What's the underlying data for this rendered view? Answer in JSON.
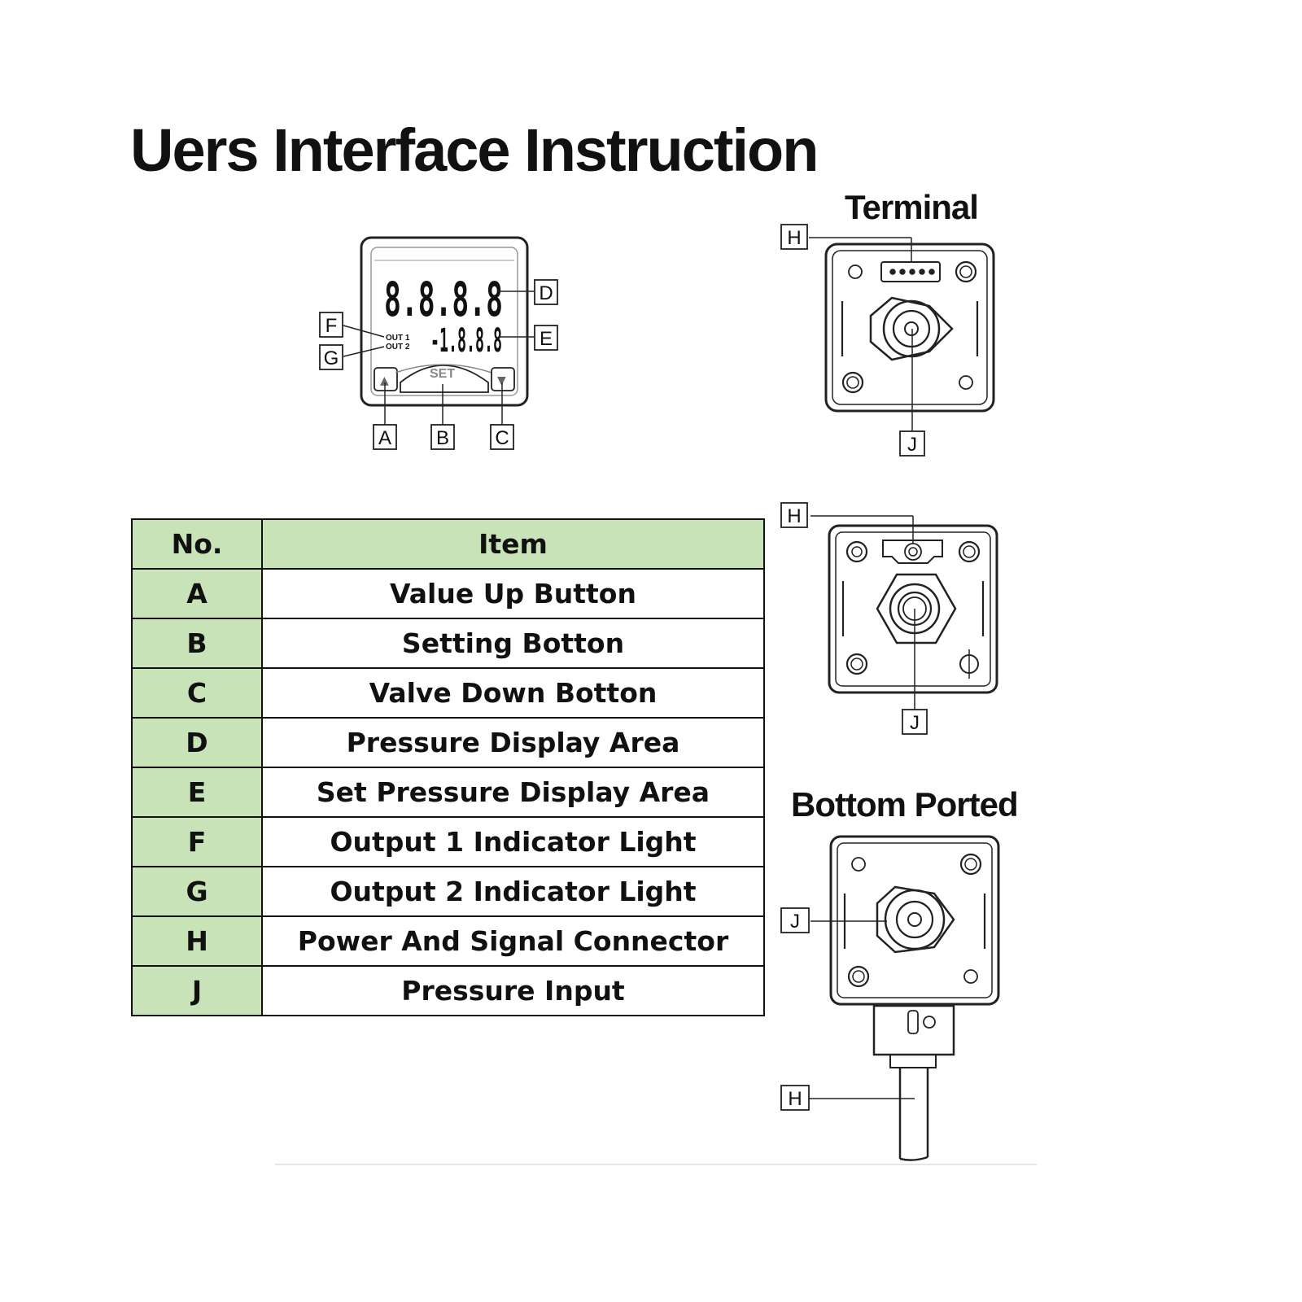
{
  "title": "Uers Interface Instruction",
  "headings": {
    "terminal": "Terminal",
    "bottom_ported": "Bottom Ported"
  },
  "display": {
    "main_digits": "8.8.8.8",
    "sub_digits": "-1.8.8.8",
    "out1": "OUT 1",
    "out2": "OUT 2",
    "set_label": "SET",
    "up_glyph": "▲",
    "down_glyph": "▼"
  },
  "callouts": {
    "A": "A",
    "B": "B",
    "C": "C",
    "D": "D",
    "E": "E",
    "F": "F",
    "G": "G",
    "H": "H",
    "J": "J"
  },
  "table": {
    "header_color": "#c9e3b8",
    "columns": [
      "No.",
      "Item"
    ],
    "rows": [
      {
        "no": "A",
        "item": "Value Up Button"
      },
      {
        "no": "B",
        "item": "Setting Botton"
      },
      {
        "no": "C",
        "item": "Valve Down Botton"
      },
      {
        "no": "D",
        "item": "Pressure Display Area"
      },
      {
        "no": "E",
        "item": "Set Pressure Display Area"
      },
      {
        "no": "F",
        "item": "Output 1 Indicator Light"
      },
      {
        "no": "G",
        "item": "Output 2 Indicator Light"
      },
      {
        "no": "H",
        "item": "Power And Signal Connector"
      },
      {
        "no": "J",
        "item": "Pressure Input"
      }
    ]
  }
}
